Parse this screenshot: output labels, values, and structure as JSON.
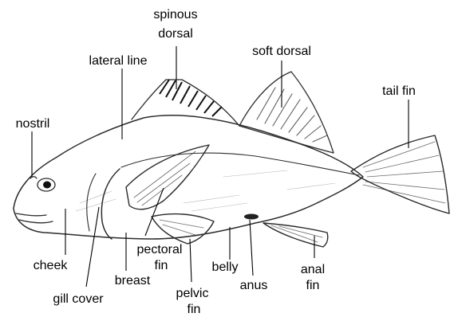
{
  "diagram": {
    "labels": {
      "spinous_dorsal_1": "spinous",
      "spinous_dorsal_2": "dorsal",
      "lateral_line": "lateral line",
      "soft_dorsal": "soft dorsal",
      "tail_fin": "tail fin",
      "nostril": "nostril",
      "cheek": "cheek",
      "gill_cover": "gill cover",
      "breast": "breast",
      "pectoral_fin_1": "pectoral",
      "pectoral_fin_2": "fin",
      "pelvic_fin_1": "pelvic",
      "pelvic_fin_2": "fin",
      "belly": "belly",
      "anus": "anus",
      "anal_fin_1": "anal",
      "anal_fin_2": "fin"
    }
  }
}
